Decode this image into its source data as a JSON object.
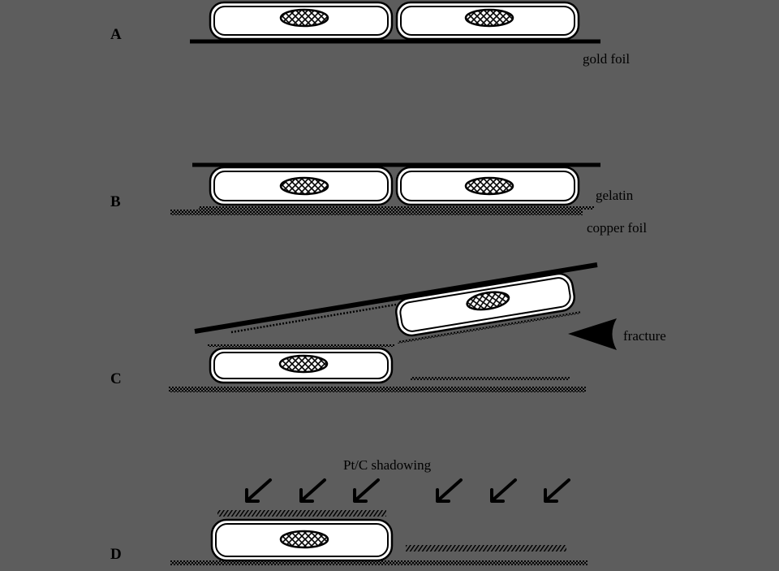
{
  "colors": {
    "background": "#5d5d5d",
    "ink": "#000000",
    "cell_fill": "#ffffff",
    "nucleus_pattern": "crosshatch"
  },
  "panels": {
    "a": {
      "label": "A",
      "annotations": {
        "foil": "gold foil"
      }
    },
    "b": {
      "label": "B",
      "annotations": {
        "gelatin": "gelatin",
        "foil": "copper foil"
      }
    },
    "c": {
      "label": "C",
      "annotations": {
        "fracture": "fracture"
      }
    },
    "d": {
      "label": "D",
      "annotations": {
        "shadowing": "Pt/C shadowing"
      }
    }
  },
  "icons": [
    "cell-icon",
    "nucleus-icon",
    "arrowhead-icon",
    "shadow-arrow-icon"
  ]
}
